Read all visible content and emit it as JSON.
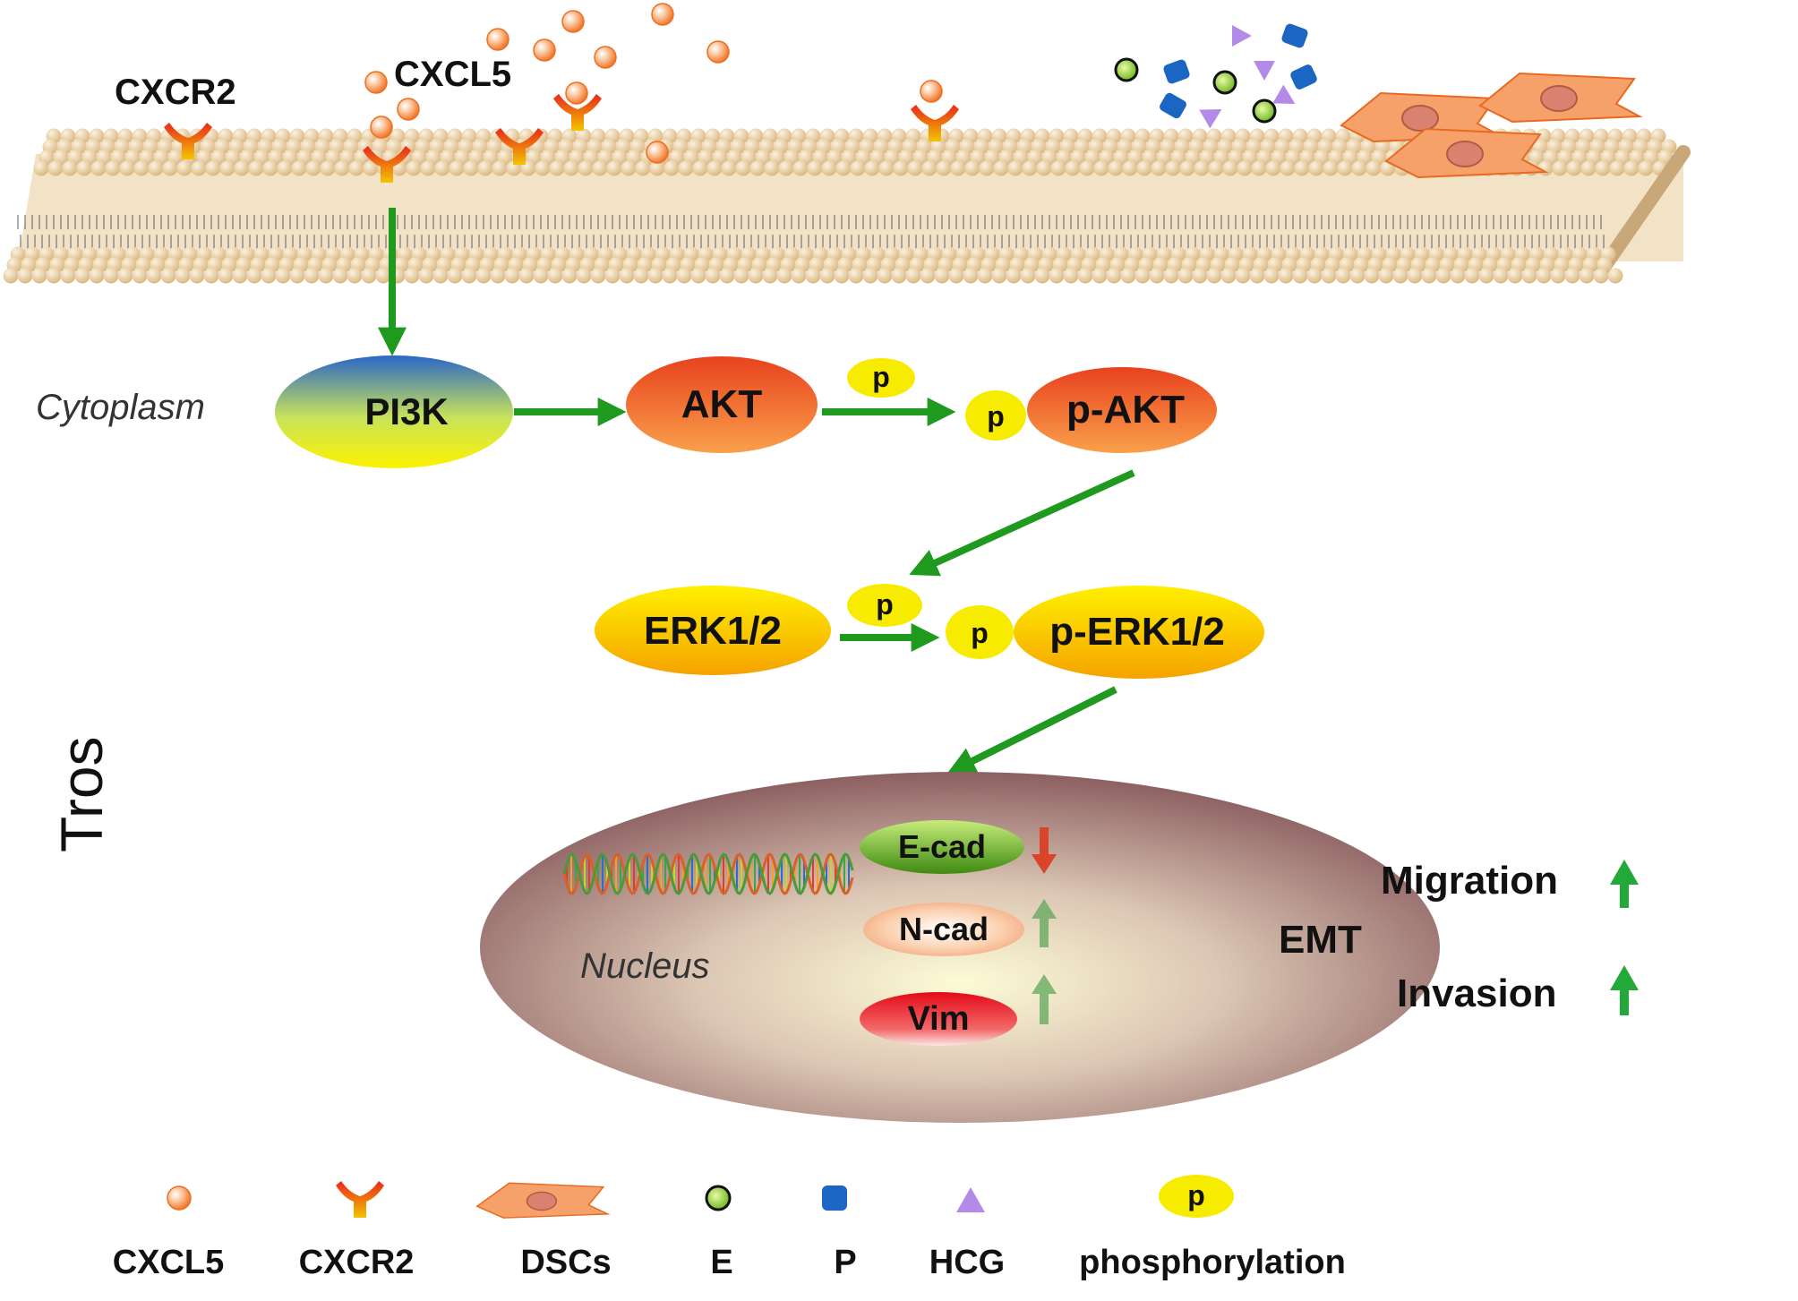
{
  "labels": {
    "cxcr2": "CXCR2",
    "cxcl5": "CXCL5",
    "cytoplasm": "Cytoplasm",
    "tros": "Tros",
    "nucleus": "Nucleus",
    "emt": "EMT",
    "migration": "Migration",
    "invasion": "Invasion"
  },
  "nodes": {
    "pi3k": "PI3K",
    "akt": "AKT",
    "p_akt": "p-AKT",
    "erk": "ERK1/2",
    "p_erk": "p-ERK1/2",
    "p_small": "p",
    "e_cad": "E-cad",
    "n_cad": "N-cad",
    "vim": "Vim"
  },
  "legend": [
    {
      "key": "cxcl5",
      "label": "CXCL5"
    },
    {
      "key": "cxcr2",
      "label": "CXCR2"
    },
    {
      "key": "dscs",
      "label": "DSCs"
    },
    {
      "key": "e",
      "label": "E"
    },
    {
      "key": "p",
      "label": "P"
    },
    {
      "key": "hcg",
      "label": "HCG"
    },
    {
      "key": "phos",
      "label": "phosphorylation",
      "symbol": "p"
    }
  ],
  "colors": {
    "arrow": "#1f9a1f",
    "down_arrow": "#d9452b",
    "up_arrow": "#23a83a",
    "ligand": "#f07a2e",
    "membrane": "#e8cfa4",
    "phospho": "#f7ec00",
    "dsc": "#f4965a",
    "e": "#7ac21d",
    "p": "#1b66c2",
    "hcg": "#b48ae8"
  }
}
